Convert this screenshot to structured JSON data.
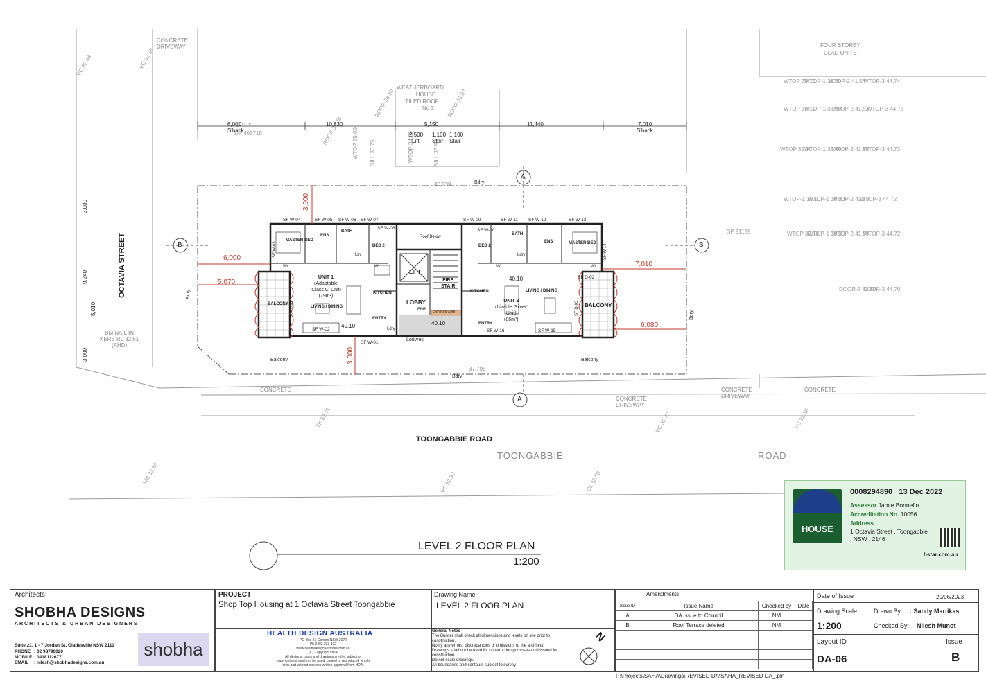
{
  "drawing": {
    "title": "LEVEL 2 FLOOR PLAN",
    "scale": "1:200",
    "streets": {
      "octavia": "OCTAVIA STREET",
      "toongabbie_road": "TOONGABBIE ROAD",
      "toongabbie_left": "TOONGABBIE",
      "road_right": "ROAD"
    },
    "surroundings": {
      "weatherboard": [
        "WEATHERBOARD",
        "HOUSE",
        "TILED ROOF",
        "No 3"
      ],
      "four_storey": [
        "FOUR STOREY",
        "CLAD UNITS"
      ],
      "concrete": "CONCRETE",
      "concrete_driveway": [
        "CONCRETE",
        "DRIVEWAY"
      ],
      "lot": "LOT Y",
      "dp": "DP 403715",
      "sp": "SP 91129",
      "bm_nail": [
        "BM NAIL IN",
        "KERB RL 32.61",
        "(AHD)"
      ]
    },
    "dimensions": {
      "top": [
        "6,000",
        "10,630",
        "5,150",
        "11,440",
        "7,010"
      ],
      "setback_left": "6,000",
      "balcony_left": "5,070",
      "setback_right": "7,010",
      "balcony_right": "6,080",
      "top_red": "3,000",
      "bottom_red": "3,000",
      "site_top": "40.239",
      "site_bottom": "37.795",
      "lift_stair": [
        "2,500",
        "Lift",
        "1,100",
        "Stair",
        "1,100",
        "Stair"
      ],
      "left_vertical": [
        "3,000",
        "9,240",
        "5,010",
        "3,000"
      ],
      "sback": "S'back"
    },
    "rooms": {
      "unit1": [
        "UNIT 1",
        "(Adaptable",
        "'Class C' Unit)",
        "(79m²)"
      ],
      "unit2": [
        "UNIT 2",
        "(Livable 'Silver'",
        "Unit)",
        "(86m²)"
      ],
      "master_bed": "MASTER BED",
      "bed2": "BED 2",
      "bath": "BATH",
      "ens": "ENS",
      "kitchen": "KITCHEN",
      "living_dining": "LIVING / DINING",
      "balcony": "BALCONY",
      "entry": "ENTRY",
      "lobby": "LOBBY",
      "lift": "LIFT",
      "fire_stair": [
        "FIRE",
        "STAIR"
      ],
      "roof_below": "Roof Below",
      "louvres": "Louvres",
      "services_core": "Services Core",
      "rl": "40.10",
      "wr": "Wr",
      "ldry": "Ldry",
      "fhr": "FHR",
      "bdry": "Bdry",
      "lin": "Lin"
    },
    "windows": {
      "top": [
        "SF W-04",
        "SF W-05",
        "SF W-06",
        "SF W-07",
        "SF W-08",
        "SF W-09",
        "SF W-10",
        "SF W-11",
        "SF W-12",
        "SF W-13"
      ],
      "bottom": [
        "SF W-02",
        "SF W-01",
        "SF W-16",
        "SF W-15"
      ],
      "sides": [
        "SF W-03",
        "SF D-01",
        "SF W-14",
        "SF D-02",
        "SF D-03"
      ]
    },
    "section_marks": [
      "A",
      "B"
    ],
    "balcony_label": "Balcony"
  },
  "certificate": {
    "number": "0008294890",
    "date": "13 Dec 2022",
    "assessor_label": "Assessor",
    "assessor": "Jamie Bonnefin",
    "accreditation_label": "Accreditation No.",
    "accreditation": "10056",
    "address_label": "Address",
    "address_line1": "1 Octavia Street , Toongabbie",
    "address_line2": ", NSW , 2146",
    "site": "hstar.com.au",
    "logo_text": "HOUSE"
  },
  "title_block": {
    "architects_label": "Architects:",
    "firm": "SHOBHA DESIGNS",
    "firm_sub": "ARCHITECTS & URBAN DESIGNERS",
    "address": "Suite 21, 1 - 7 Jordan St, Gladesville NSW 2111",
    "phone_label": "PHONE",
    "phone": "02 98790020",
    "mobile_label": "MOBILE",
    "mobile": "0418112677",
    "email_label": "EMAIL",
    "email": "nilesh@shobhadesigns.com.au",
    "logo": "shobha",
    "project_label": "PROJECT",
    "project": "Shop Top Housing at 1 Octavia Street Toongabbie",
    "hda_name": "HEALTH DESIGN AUSTRALIA",
    "hda_lines": [
      "PO Box 81 Gordon NSW 2072",
      "Ph 0402 223 102",
      "www.healthdesignaustralia.com.au",
      "(C) Copyright HDA",
      "All designs, plans and drawings are the subject of",
      "copyright and must not be used, copied or reproduced wholly",
      "or in part without express written approval from HDA."
    ],
    "drawing_name_label": "Drawing Name",
    "drawing_name": "LEVEL 2 FLOOR PLAN",
    "notes_title": "General Notes",
    "notes": [
      "The Builder shall check all dimensions and levels on site prior to",
      "construction.",
      "Notify any errors, discrepancies or omissions to the architect.",
      "Drawings shall not be used for construction purposes until issued for",
      "construction.",
      "Do not scale drawings.",
      "All boundaries and contours subject to survey"
    ],
    "amendments_label": "Amendments",
    "amend_headers": [
      "Issue ID",
      "Issue Name",
      "Checked by",
      "Date"
    ],
    "amendments": [
      {
        "id": "A",
        "name": "DA Issue to Council",
        "checked": "NM",
        "date": ""
      },
      {
        "id": "B",
        "name": "Roof Terrace deleted",
        "checked": "NM",
        "date": ""
      }
    ],
    "date_issue_label": "Date of Issue",
    "date_issue": "20/06/2023",
    "scale_label": "Drawing Scale",
    "scale": "1:200",
    "drawn_label": "Drawn By",
    "drawn": ": Sandy Martikas",
    "checked_label": "Checked By:",
    "checked": "Nilesh Munot",
    "layout_label": "Layout ID",
    "layout": "DA-06",
    "issue_label": "Issue",
    "issue": "B",
    "filepath": "P:\\Projects\\SAHA\\Drawings\\REVISED DA\\SAHA_REVISED DA_.pln",
    "north": "N"
  }
}
